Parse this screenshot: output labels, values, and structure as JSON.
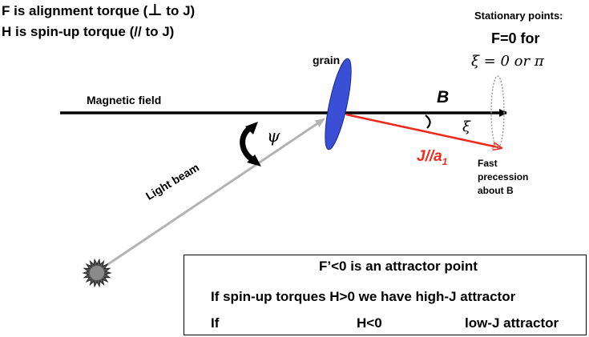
{
  "header": {
    "f_line_before": "F is alignment torque (",
    "perp_symbol": "⊥",
    "f_line_after": " to J)",
    "h_line": "H is spin-up torque (// to J)"
  },
  "stationary": {
    "title": "Stationary points:",
    "condition": "F=0 for",
    "xi_eq": "ξ = 0",
    "or_word": "or",
    "pi": "π"
  },
  "labels": {
    "grain": "grain",
    "magnetic_field": "Magnetic field",
    "B": "B",
    "xi": "ξ",
    "psi": "ψ",
    "J_main": "J//a",
    "J_sub": "1",
    "fast_precession": "Fast precession about B",
    "light_beam": "Light beam"
  },
  "box": {
    "title": "F’<0 is an attractor point",
    "line1": "If spin-up torques H>0 we have high-J attractor",
    "line2_if": "If",
    "line2_h": "H<0",
    "line2_low": "low-J attractor"
  },
  "colors": {
    "grain": "#3a4fd6",
    "J_vector": "#ee2a1b",
    "light_beam": "#b3b3b3",
    "precession_ellipse": "#9a9a9a"
  }
}
